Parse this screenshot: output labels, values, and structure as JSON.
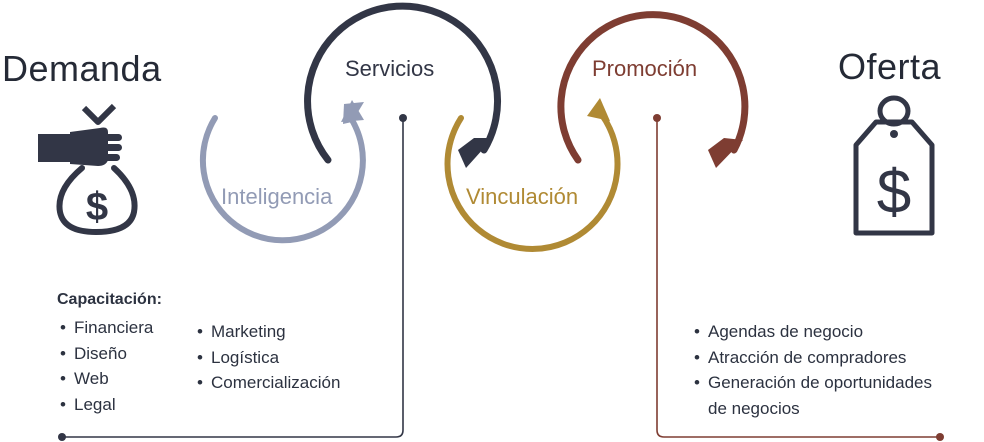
{
  "titles": {
    "demand": "Demanda",
    "offer": "Oferta"
  },
  "stages": {
    "services": "Servicios",
    "intelligence": "Inteligencia",
    "linkage": "Vinculación",
    "promotion": "Promoción"
  },
  "colors": {
    "services": "#323646",
    "intelligence": "#929bb5",
    "linkage": "#b08a34",
    "promotion": "#7e3d32",
    "text": "#2c3240"
  },
  "icons": {
    "demand": "hand-money-bag-icon",
    "offer": "price-tag-dollar-icon"
  },
  "training": {
    "heading": "Capacitación:",
    "column1": [
      "Financiera",
      "Diseño",
      "Web",
      "Legal"
    ],
    "column2": [
      "Marketing",
      "Logística",
      "Comercialización"
    ]
  },
  "promotion_list": {
    "items": [
      "Agendas de negocio",
      "Atracción de compradores",
      "Generación de oportunidades",
      "de negocios"
    ]
  }
}
